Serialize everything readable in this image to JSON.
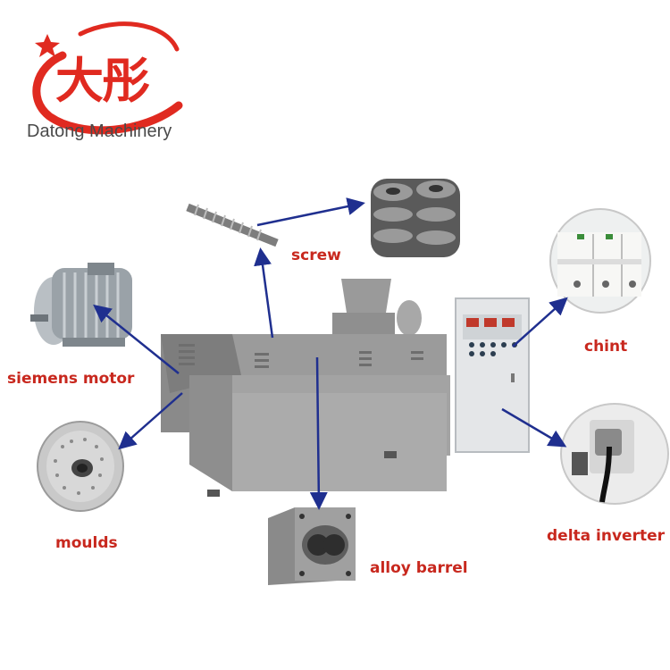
{
  "brand": {
    "logo_text": "大彤",
    "name": "Datong Machinery",
    "accent_color": "#e02a20"
  },
  "labels": {
    "screw": "screw",
    "siemens_motor": "siemens motor",
    "moulds": "moulds",
    "alloy_barrel": "alloy barrel",
    "chint": "chint",
    "delta_inverter": "delta inverter"
  },
  "colors": {
    "label": "#c8281e",
    "arrow": "#1f2f8f",
    "machine": "#8e8e8e"
  }
}
